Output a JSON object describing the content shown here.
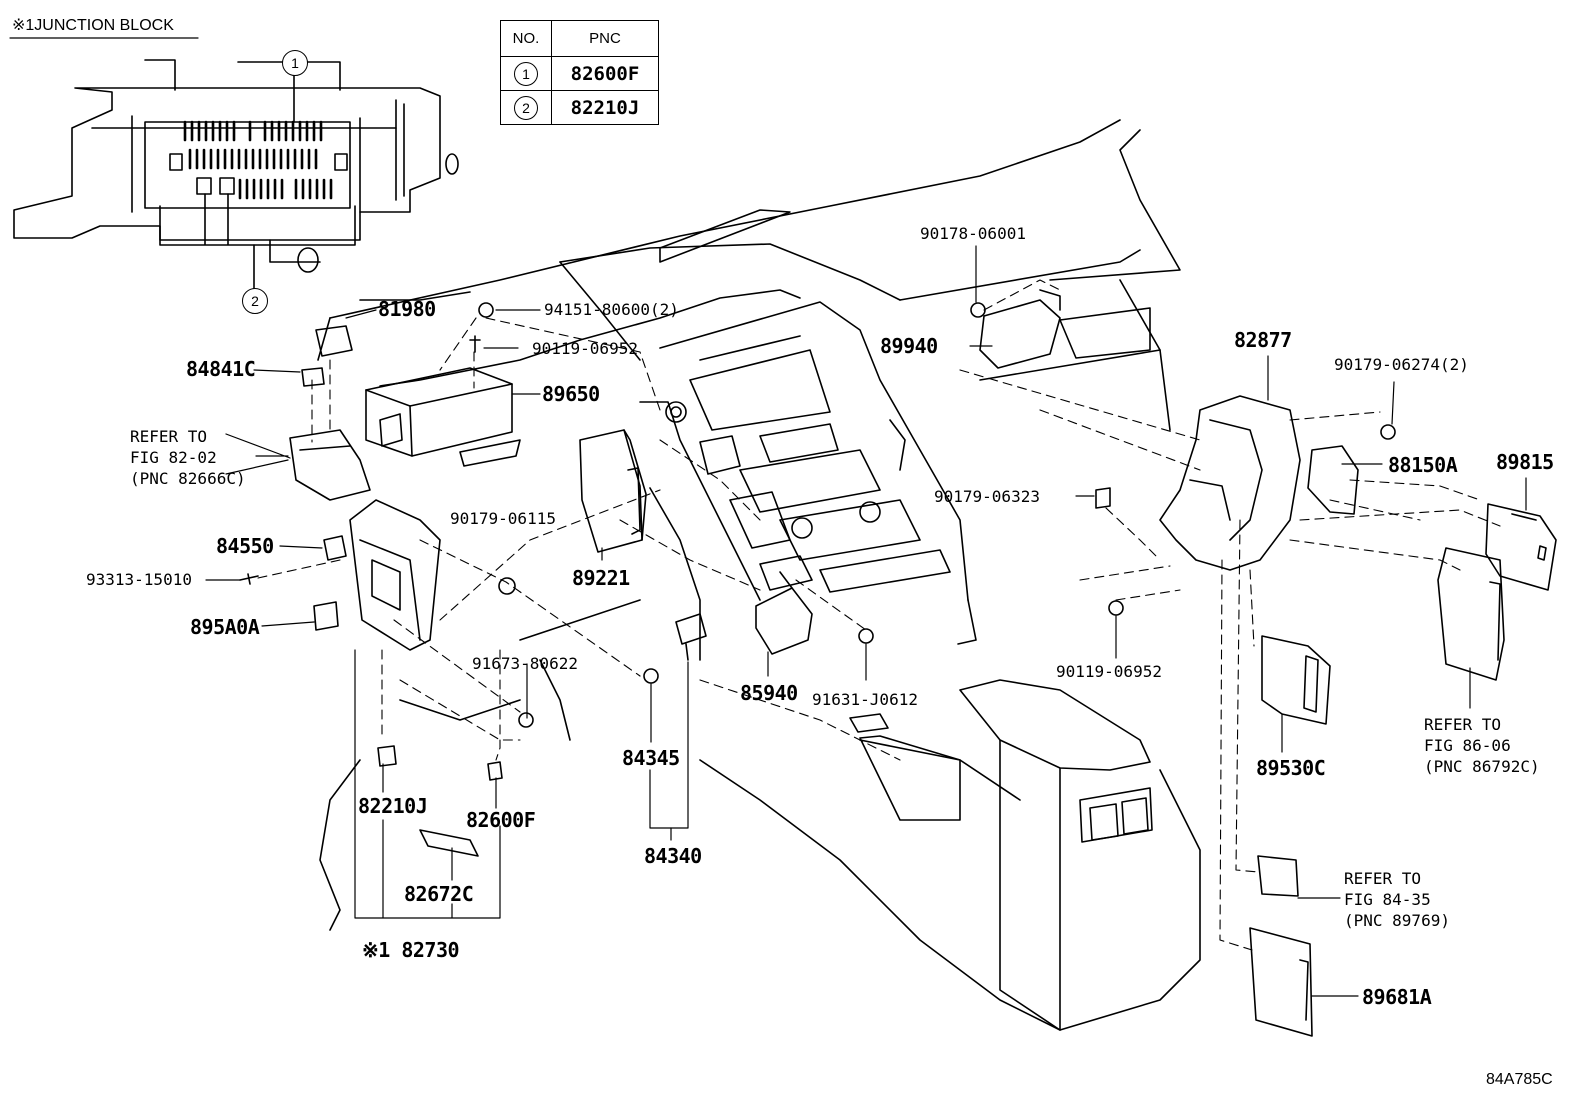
{
  "diagram_code": "84A785C",
  "junction_block_title": "※1JUNCTION BLOCK",
  "pnc_table": {
    "headers": [
      "NO.",
      "PNC"
    ],
    "rows": [
      {
        "no": "1",
        "pnc": "82600F"
      },
      {
        "no": "2",
        "pnc": "82210J"
      }
    ]
  },
  "callouts": {
    "c1": "1",
    "c2": "2"
  },
  "labels": {
    "p81980": "81980",
    "p94151": "94151-80600(2)",
    "p84841c": "84841C",
    "p90119a": "90119-06952",
    "p89650": "89650",
    "p84550": "84550",
    "p93313": "93313-15010",
    "p895a0a": "895A0A",
    "p90179_06115": "90179-06115",
    "p89221": "89221",
    "p91673": "91673-80622",
    "p82210j": "82210J",
    "p82600f": "82600F",
    "p82672c": "82672C",
    "p82730": "※1 82730",
    "p84345": "84345",
    "p84340": "84340",
    "p85940": "85940",
    "p91631": "91631-J0612",
    "p90178": "90178-06001",
    "p89940": "89940",
    "p82877": "82877",
    "p90179_06274": "90179-06274(2)",
    "p88150a": "88150A",
    "p89815": "89815",
    "p90179_06323": "90179-06323",
    "p90119b": "90119-06952",
    "p89530c": "89530C",
    "p89681a": "89681A"
  },
  "references": {
    "ref_82_02": "REFER TO\nFIG 82-02\n(PNC 82666C)",
    "ref_86_06": "REFER TO\nFIG 86-06\n(PNC 86792C)",
    "ref_84_35": "REFER TO\nFIG 84-35\n(PNC 89769)"
  }
}
